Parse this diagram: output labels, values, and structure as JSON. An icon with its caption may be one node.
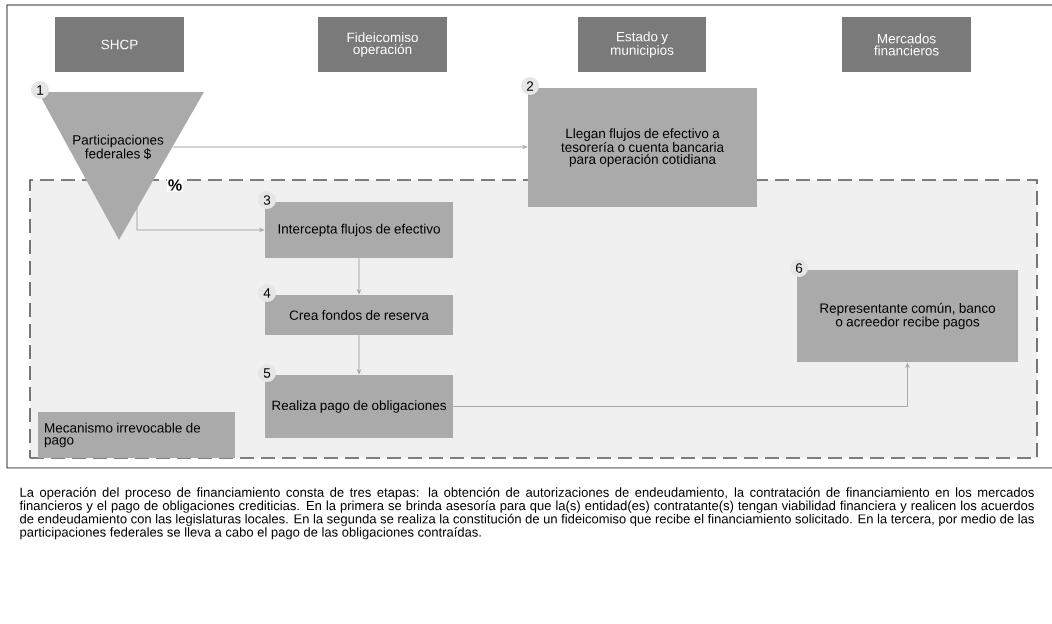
{
  "diagram": {
    "caption": "La operación del proceso de financiamiento consta de tres etapas: la obtención de autorizaciones de endeudamiento, la contratación de financiamiento en los mercados financieros y el pago de obligaciones crediticias. En la primera se brinda asesoría para que la(s) entidad(es) contratante(s) tengan viabilidad financiera y realicen los acuerdos de endeudamiento con las legislaturas locales. En la segunda se realiza la constitución de un fideicomiso que recibe el financiamiento solicitado. En la tercera, por medio de las participaciones federales se lleva a cabo el pago de las obligaciones contraídas.",
    "nodes": [
      {
        "text": [
          "SHCP"
        ]
      },
      {
        "text": [
          "Fideicomiso operación"
        ]
      },
      {
        "text": [
          "Estado y municipios"
        ]
      },
      {
        "text": [
          "Mercados financieros"
        ]
      },
      {
        "text": [
          "Participaciones federales $"
        ],
        "beside": [
          "1"
        ]
      },
      {
        "text": [
          "Llegan flujos de efectivo a tesorería o cuenta bancaria para operación cotidiana"
        ],
        "beside": [
          "2"
        ]
      },
      {
        "text": [],
        "shape": "box"
      },
      {
        "text": [
          "Intercepta flujos de efectivo"
        ],
        "beside": [
          "3"
        ],
        "in": 6
      },
      {
        "text": [
          "Crea fondos de reserva"
        ],
        "beside": [
          "4"
        ],
        "in": 6
      },
      {
        "text": [
          "Realiza pago de obligaciones"
        ],
        "beside": [
          "5"
        ],
        "in": 6
      },
      {
        "text": [
          "Representante común, banco o acreedor recibe pagos"
        ],
        "beside": [
          "6"
        ],
        "in": 6
      },
      {
        "text": [
          "Mecanismo irrevocable de pago"
        ],
        "in": 6
      }
    ],
    "edges": [
      {
        "from": 4,
        "to": 5,
        "arrow": "to"
      },
      {
        "from": 4,
        "to": 7,
        "arrow": "to"
      },
      {
        "from": 7,
        "to": 8,
        "arrow": "to"
      },
      {
        "from": 8,
        "to": 9,
        "arrow": "to"
      },
      {
        "from": 9,
        "to": 10,
        "arrow": "to"
      }
    ],
    "labels": [
      "%"
    ]
  }
}
